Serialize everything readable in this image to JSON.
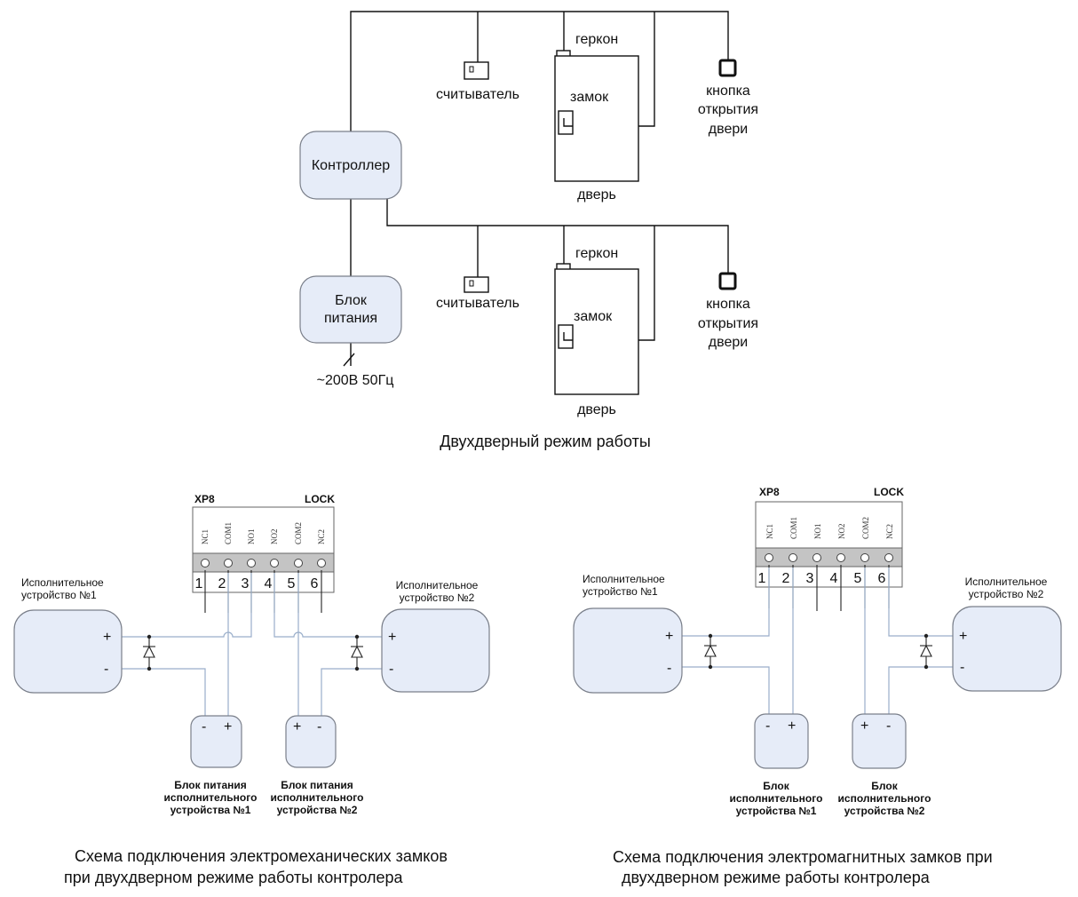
{
  "top": {
    "controller": "Контроллер",
    "psu_line1": "Блок",
    "psu_line2": "питания",
    "mains": "~200В 50Гц",
    "caption": "Двухдверный режим работы",
    "door1": {
      "gerkon": "геркон",
      "lock": "замок",
      "door": "дверь",
      "reader": "считыватель",
      "button": [
        "кнопка",
        "открытия",
        "двери"
      ]
    },
    "door2": {
      "gerkon": "геркон",
      "lock": "замок",
      "door": "дверь",
      "reader": "считыватель",
      "button": [
        "кнопка",
        "открытия",
        "двери"
      ]
    }
  },
  "left": {
    "connector_name": "XP8",
    "connector_tag": "LOCK",
    "pins": [
      "NC1",
      "COM1",
      "NO1",
      "NO2",
      "COM2",
      "NC2"
    ],
    "nums": [
      "1",
      "2",
      "3",
      "4",
      "5",
      "6"
    ],
    "dev1": [
      "Исполнительное",
      "устройство №1"
    ],
    "dev2": [
      "Исполнительное",
      "устройство №2"
    ],
    "psu1": [
      "Блок питания",
      "исполнительного",
      "устройства №1"
    ],
    "psu2": [
      "Блок питания",
      "исполнительного",
      "устройства №2"
    ],
    "caption": [
      "Схема подключения электромеханических замков",
      "при двухдверном режиме работы контролера"
    ]
  },
  "right": {
    "connector_name": "XP8",
    "connector_tag": "LOCK",
    "pins": [
      "NC1",
      "COM1",
      "NO1",
      "NO2",
      "COM2",
      "NC2"
    ],
    "nums": [
      "1",
      "2",
      "3",
      "4",
      "5",
      "6"
    ],
    "dev1": [
      "Исполнительное",
      "устройство №1"
    ],
    "dev2": [
      "Исполнительное",
      "устройство №2"
    ],
    "psu1": [
      "Блок",
      "исполнительного",
      "устройства №1"
    ],
    "psu2": [
      "Блок",
      "исполнительного",
      "устройства №2"
    ],
    "caption": [
      "Схема подключения электромагнитных замков при",
      "двухдверном режиме работы контролера"
    ]
  },
  "symbols": {
    "plus": "+",
    "minus": "-"
  }
}
